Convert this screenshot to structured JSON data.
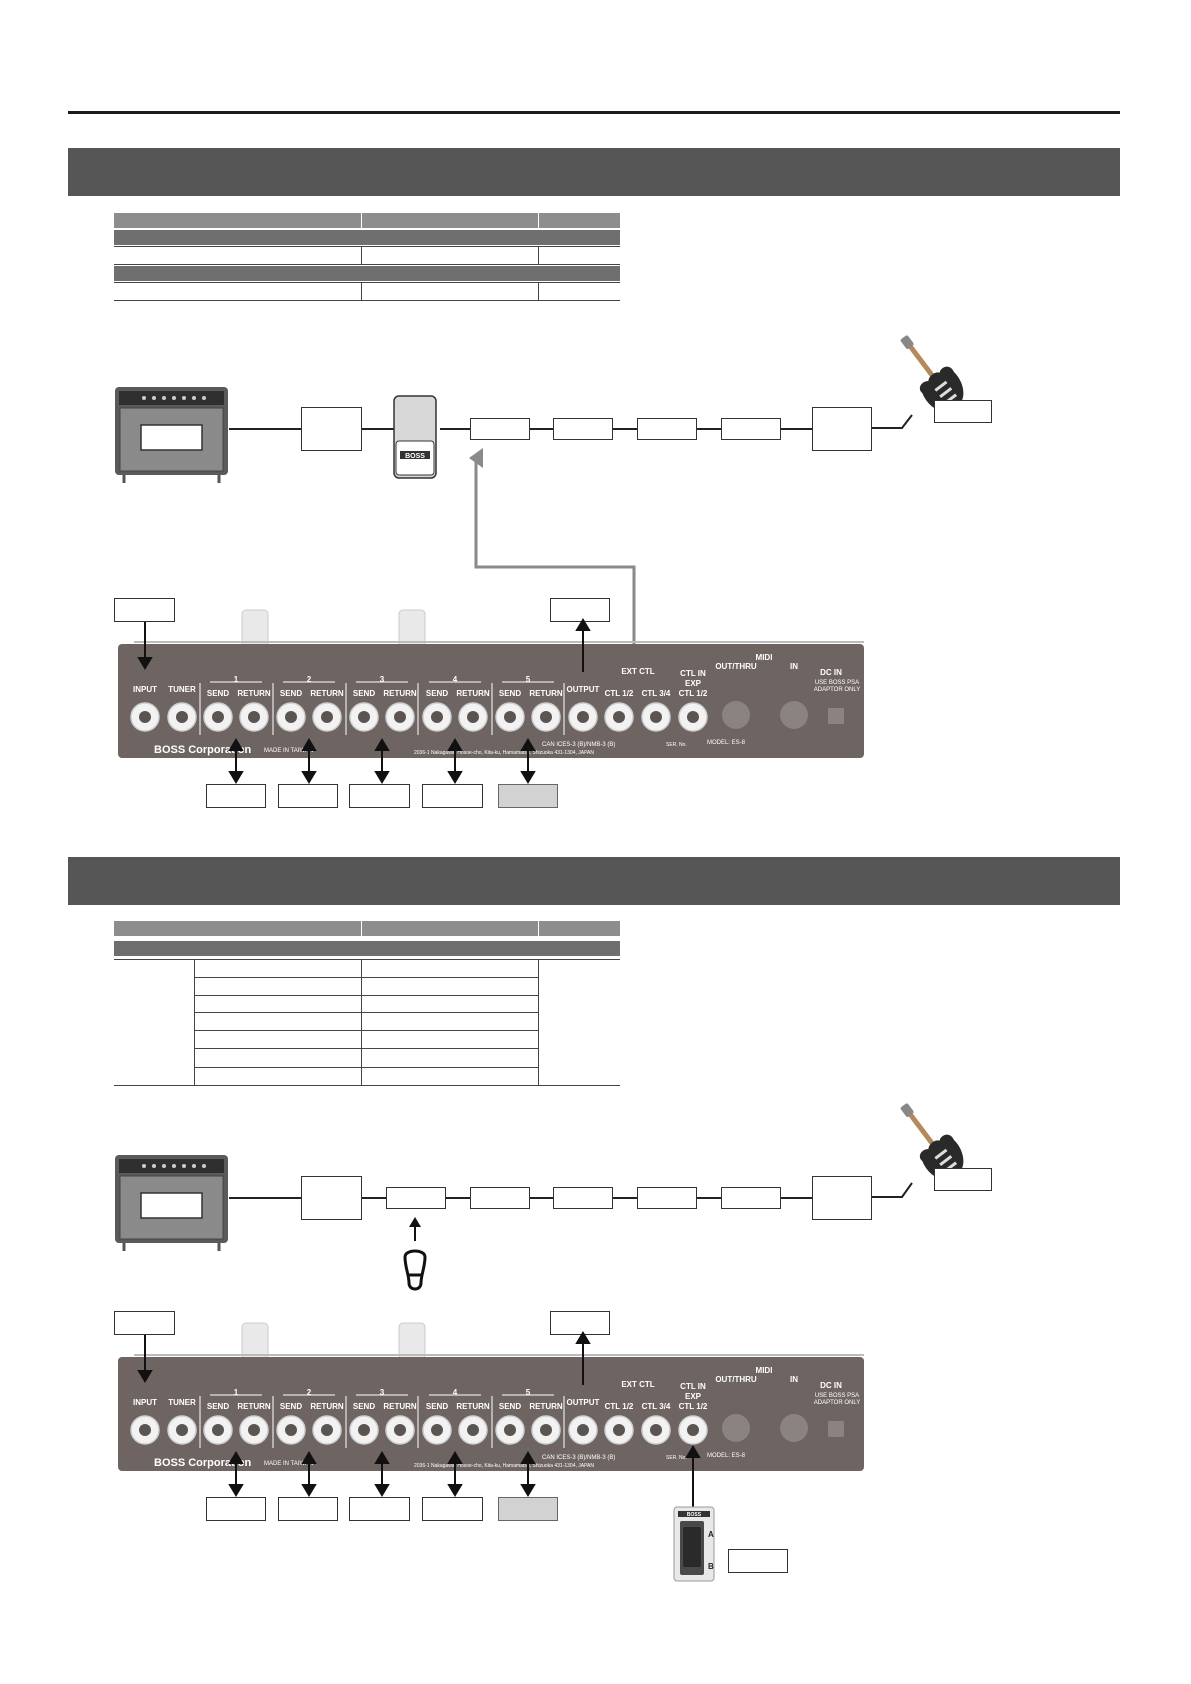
{
  "figure": {
    "panel": {
      "jack_labels": [
        "INPUT",
        "TUNER",
        "SEND",
        "RETURN",
        "SEND",
        "RETURN",
        "SEND",
        "RETURN",
        "SEND",
        "RETURN",
        "SEND",
        "RETURN",
        "OUTPUT",
        "CTL 1/2",
        "CTL 3/4",
        "CTL 1/2"
      ],
      "loop_numbers": [
        "1",
        "2",
        "3",
        "4",
        "5"
      ],
      "group_ext_ctl": "EXT CTL",
      "group_ctl_in": "CTL IN",
      "group_exp": "EXP",
      "group_midi": "MIDI",
      "midi_out": "OUT/THRU",
      "midi_in": "IN",
      "dc_in": "DC IN",
      "adaptor_line1": "USE BOSS PSA",
      "adaptor_line2": "ADAPTOR ONLY",
      "brand": "BOSS Corporation",
      "made_in": "MADE IN TAIWAN",
      "address": "2036-1 Nakagawa, Hosoe-cho, Kita-ku, Hamamatsu, Shizuoka 431-1304, JAPAN",
      "compliance": "CAN ICES-3 (B)/NMB-3 (B)",
      "model": "MODEL: ES-8",
      "serial": "SER. No."
    },
    "pedal_logo": "BOSS",
    "expression_pedal_logo": "BOSS",
    "expression_pedal_marks": [
      "A",
      "B"
    ]
  },
  "colors": {
    "banner": "#565656",
    "panel": "#6e6562",
    "table_header": "#8d8d8d",
    "table_bar": "#6f6f6f",
    "control_line": "#8a8a8a",
    "grey_box": "#d2d2d2"
  }
}
